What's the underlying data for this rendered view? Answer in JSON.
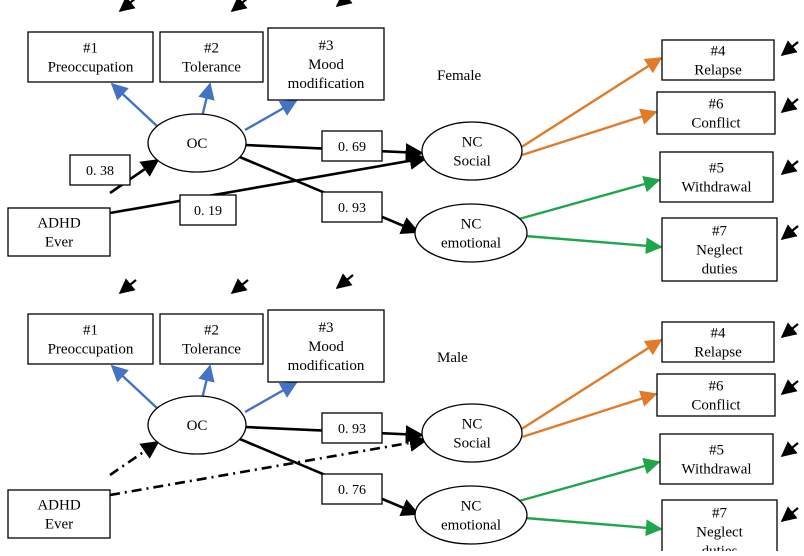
{
  "colors": {
    "blue": "#4472c4",
    "orange": "#e07b2a",
    "green": "#1fa64a",
    "black": "#000000"
  },
  "panels": [
    {
      "title": "Female",
      "oc": "OC",
      "adhd": [
        "ADHD",
        "Ever"
      ],
      "nc_social": [
        "NC",
        "Social"
      ],
      "nc_emotional": [
        "NC",
        "emotional"
      ],
      "items": {
        "preoccupation": [
          "#1",
          "Preoccupation"
        ],
        "tolerance": [
          "#2",
          "Tolerance"
        ],
        "mood": [
          "#3",
          "Mood",
          "modification"
        ],
        "relapse": [
          "#4",
          "Relapse"
        ],
        "conflict": [
          "#6",
          "Conflict"
        ],
        "withdrawal": [
          "#5",
          "Withdrawal"
        ],
        "neglect": [
          "#7",
          "Neglect",
          "duties"
        ]
      },
      "paths": {
        "adhd_oc": "0. 38",
        "adhd_social": "0. 19",
        "oc_social": "0. 69",
        "oc_emotional": "0. 93"
      },
      "adhd_paths_significant": true
    },
    {
      "title": "Male",
      "oc": "OC",
      "adhd": [
        "ADHD",
        "Ever"
      ],
      "nc_social": [
        "NC",
        "Social"
      ],
      "nc_emotional": [
        "NC",
        "emotional"
      ],
      "items": {
        "preoccupation": [
          "#1",
          "Preoccupation"
        ],
        "tolerance": [
          "#2",
          "Tolerance"
        ],
        "mood": [
          "#3",
          "Mood",
          "modification"
        ],
        "relapse": [
          "#4",
          "Relapse"
        ],
        "conflict": [
          "#6",
          "Conflict"
        ],
        "withdrawal": [
          "#5",
          "Withdrawal"
        ],
        "neglect": [
          "#7",
          "Neglect",
          "duties"
        ]
      },
      "paths": {
        "adhd_oc": "",
        "adhd_social": "",
        "oc_social": "0. 93",
        "oc_emotional": "0. 76"
      },
      "adhd_paths_significant": false
    }
  ]
}
